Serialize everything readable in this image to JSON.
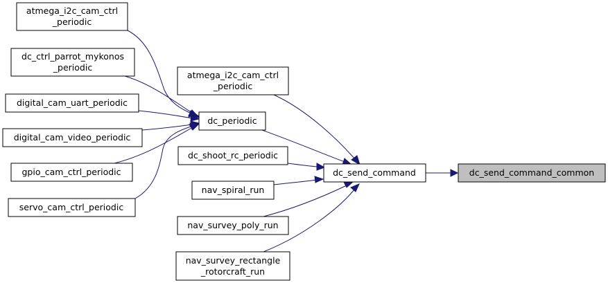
{
  "nodes": {
    "atmega_left": {
      "lines": [
        "atmega_i2c_cam_ctrl",
        "_periodic"
      ]
    },
    "dc_ctrl_parrot": {
      "lines": [
        "dc_ctrl_parrot_mykonos",
        "_periodic"
      ]
    },
    "digital_cam_uart": {
      "lines": [
        "digital_cam_uart_periodic"
      ]
    },
    "digital_cam_video": {
      "lines": [
        "digital_cam_video_periodic"
      ]
    },
    "gpio_cam": {
      "lines": [
        "gpio_cam_ctrl_periodic"
      ]
    },
    "servo_cam": {
      "lines": [
        "servo_cam_ctrl_periodic"
      ]
    },
    "atmega_mid": {
      "lines": [
        "atmega_i2c_cam_ctrl",
        "_periodic"
      ]
    },
    "dc_periodic": {
      "lines": [
        "dc_periodic"
      ]
    },
    "dc_shoot_rc": {
      "lines": [
        "dc_shoot_rc_periodic"
      ]
    },
    "nav_spiral": {
      "lines": [
        "nav_spiral_run"
      ]
    },
    "nav_survey_poly": {
      "lines": [
        "nav_survey_poly_run"
      ]
    },
    "nav_survey_rect": {
      "lines": [
        "nav_survey_rectangle",
        "_rotorcraft_run"
      ]
    },
    "dc_send_command": {
      "lines": [
        "dc_send_command"
      ]
    },
    "dc_send_command_common": {
      "lines": [
        "dc_send_command_common"
      ]
    }
  },
  "colors": {
    "edge": "#191970",
    "focus_fill": "#bfbfbf",
    "node_fill": "#ffffff"
  }
}
